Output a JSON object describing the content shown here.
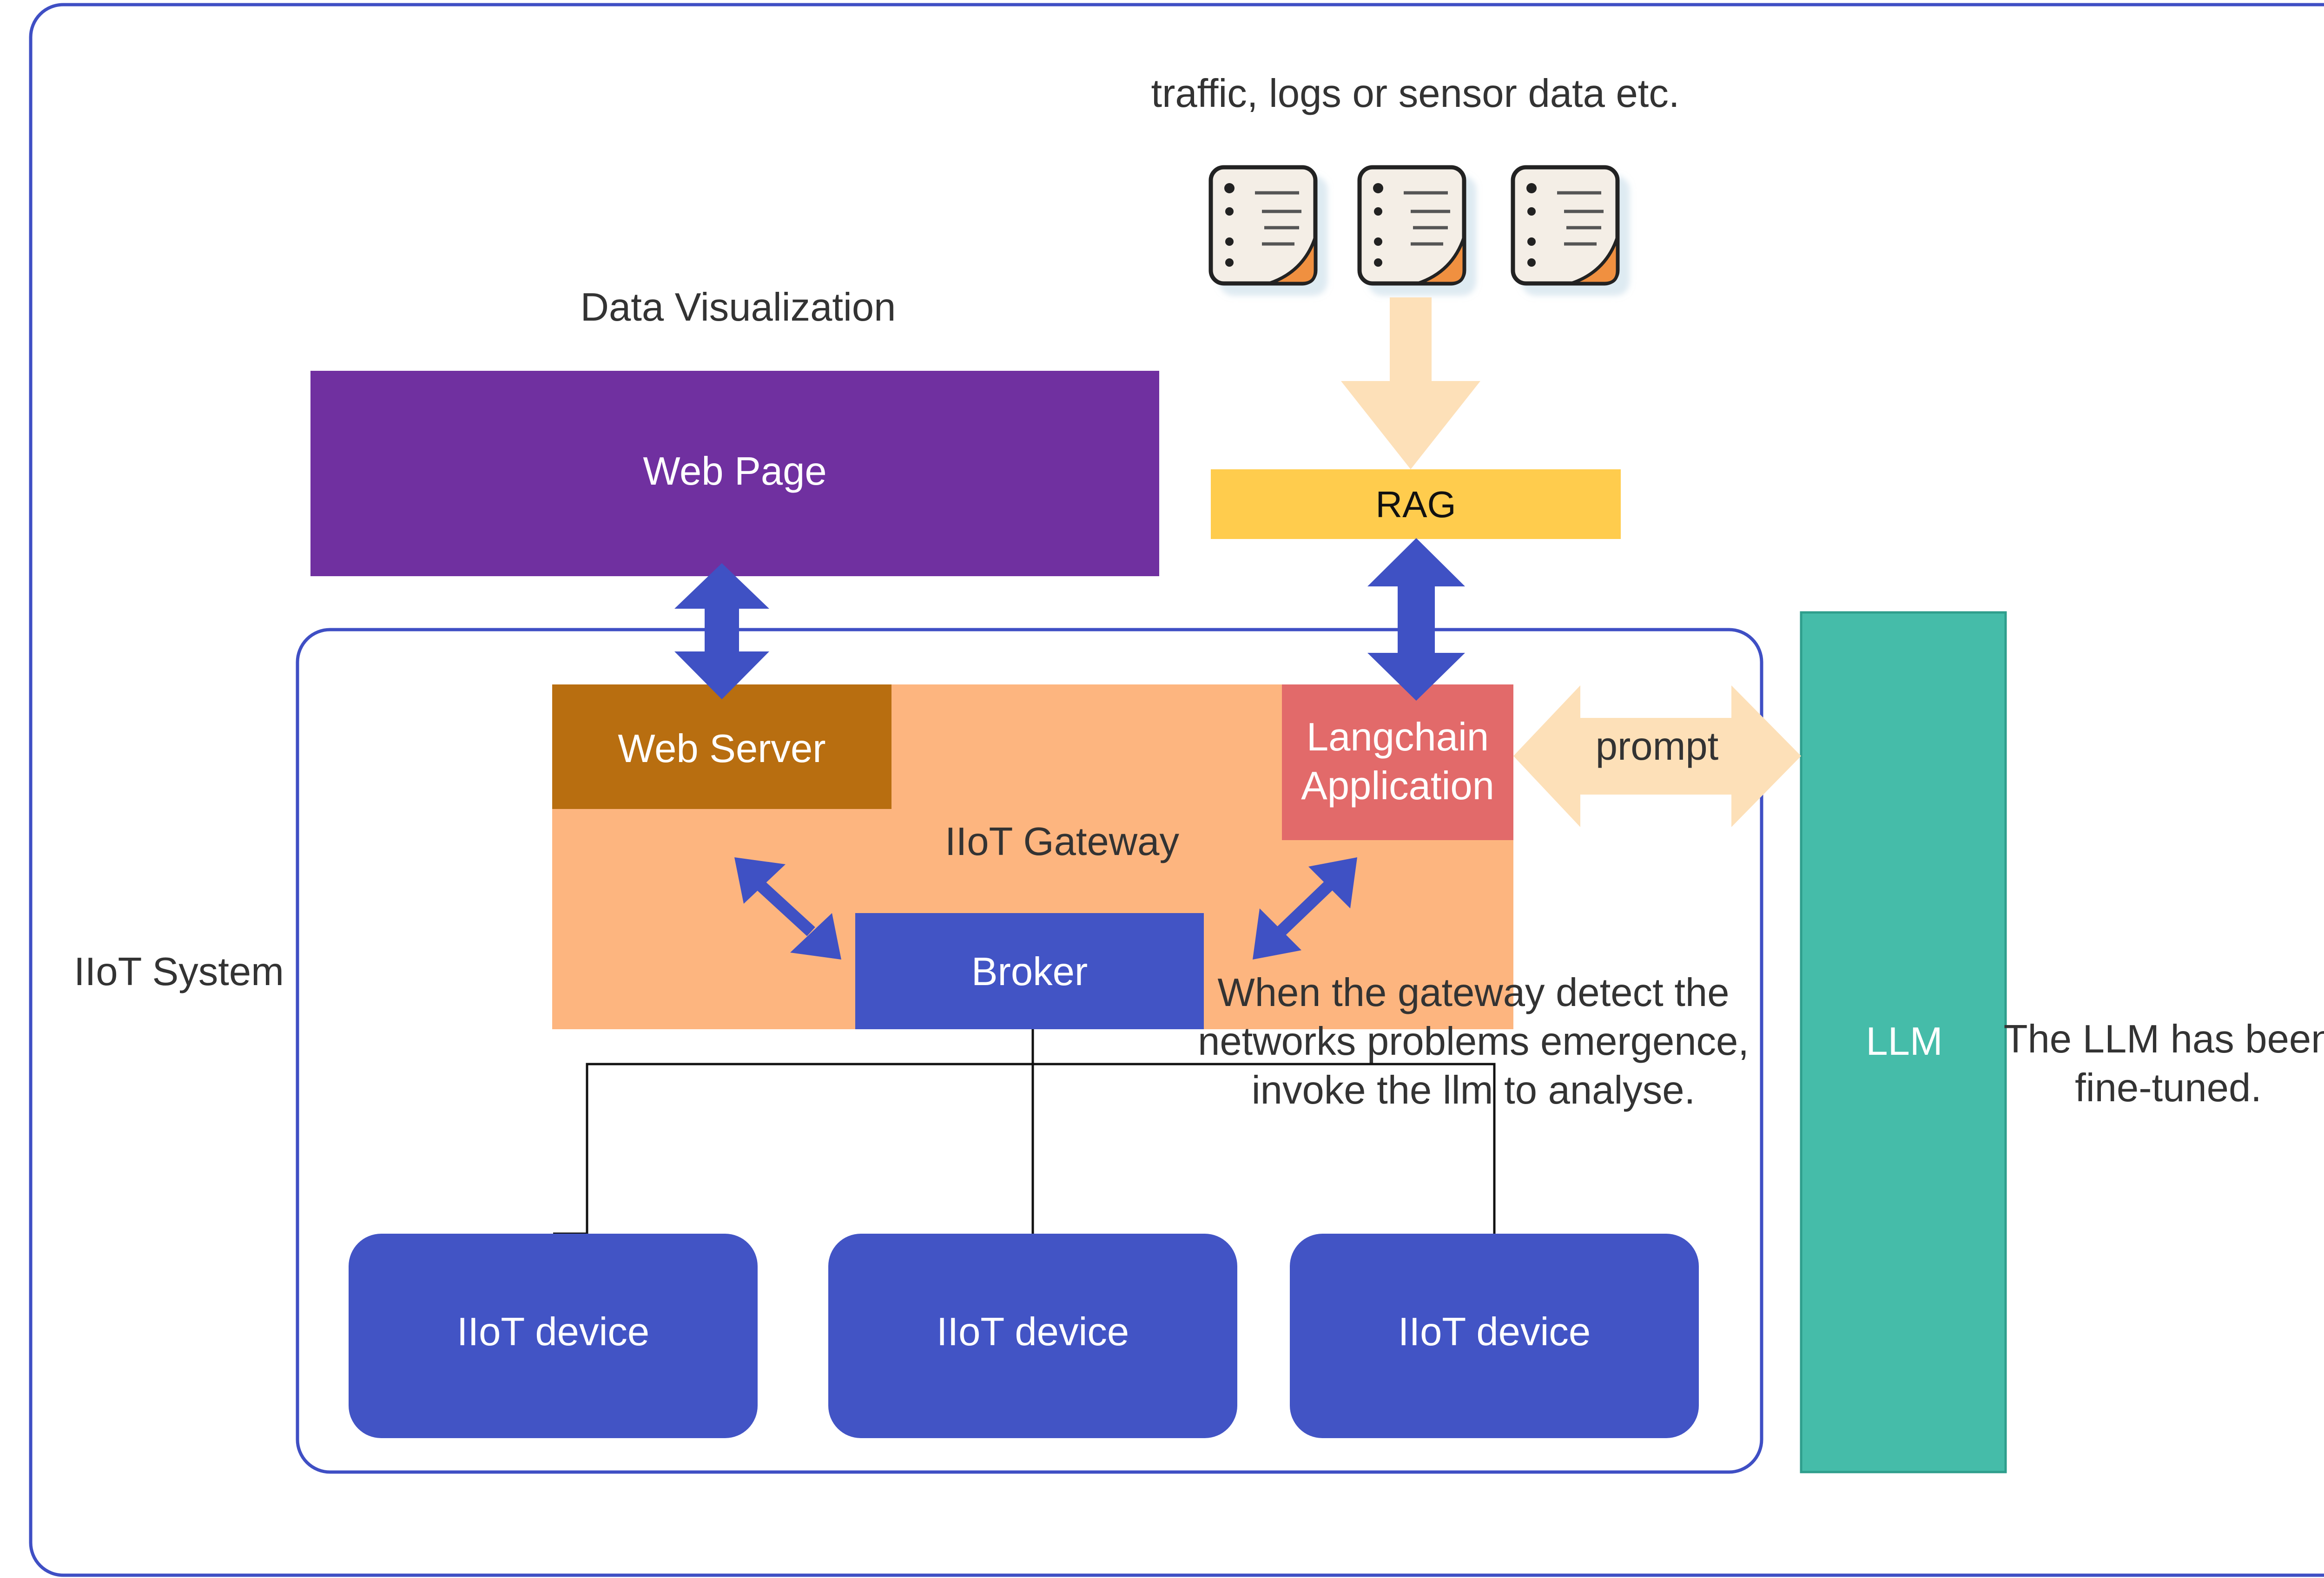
{
  "labels": {
    "data_sources": "traffic, logs or sensor data etc.",
    "data_visualization": "Data Visualization",
    "web_page": "Web Page",
    "rag": "RAG",
    "web_server": "Web Server",
    "langchain_line1": "Langchain",
    "langchain_line2": "Application",
    "prompt": "prompt",
    "iiot_gateway": "IIoT Gateway",
    "broker": "Broker",
    "iiot_system": "IIoT System",
    "annotation_line1": "When the gateway detect the",
    "annotation_line2": "networks problems emergence,",
    "annotation_line3": "invoke the llm to analyse.",
    "llm": "LLM",
    "llm_note_line1": "The LLM has been",
    "llm_note_line2": "fine-tuned.",
    "devices": [
      "IIoT device",
      "IIoT device",
      "IIoT device"
    ]
  },
  "colors": {
    "outer_border": "#3f4fc4",
    "web_page": "#7030a0",
    "rag": "#ffcc4d",
    "web_server": "#b86e10",
    "gateway": "#fdb57f",
    "langchain": "#e26a6a",
    "broker": "#4254c5",
    "device": "#4254c5",
    "llm": "#45bca9",
    "arrow_blue": "#3f51c4",
    "arrow_peach": "#fde0b8",
    "text_dark": "#333333",
    "text_light": "#ffffff"
  },
  "icons": [
    "document-icon",
    "document-icon",
    "document-icon"
  ]
}
